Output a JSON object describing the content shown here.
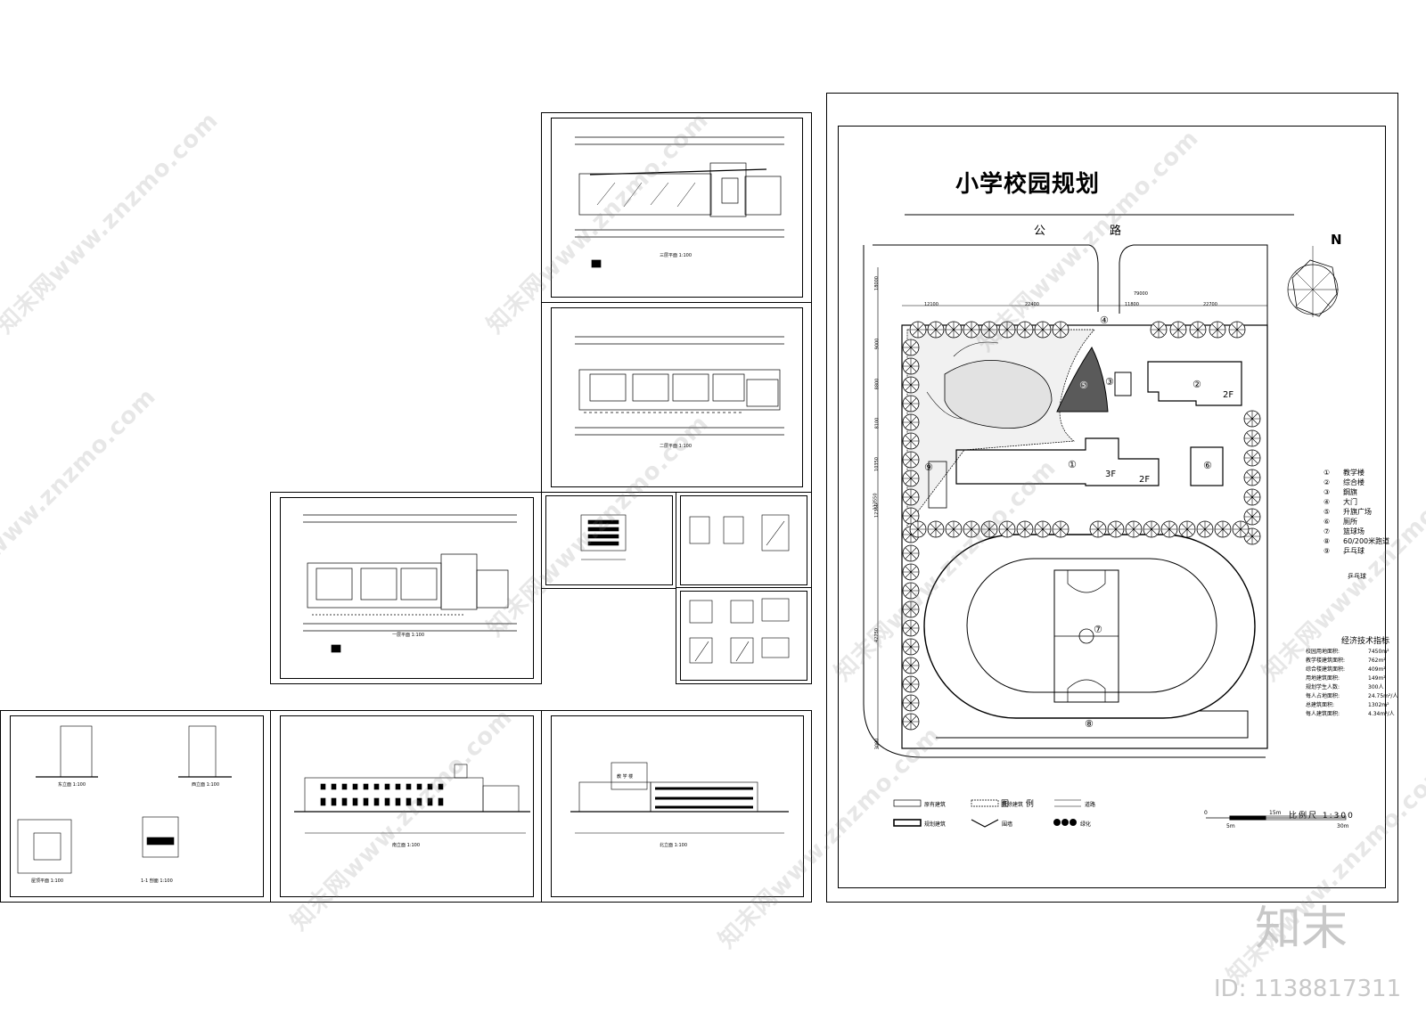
{
  "plan_title": "小学校园规划",
  "road_label": [
    "公",
    "路"
  ],
  "north_label": "N",
  "dimensions": {
    "top": [
      "12100",
      "22400",
      "79000",
      "11800",
      "22700"
    ],
    "left": [
      "18000",
      "9000",
      "8800",
      "8100",
      "10350",
      "113550",
      "12350",
      "42750",
      "3000"
    ]
  },
  "building_labels": {
    "teaching_floors": "3F",
    "teaching_wing_floors": "2F",
    "complex_floors": "2F"
  },
  "facility_numbers": [
    "①",
    "②",
    "③",
    "④",
    "⑤",
    "⑥",
    "⑦",
    "⑧",
    "⑨"
  ],
  "legend_items": [
    {
      "num": "①",
      "label": "教学楼"
    },
    {
      "num": "②",
      "label": "综合楼"
    },
    {
      "num": "③",
      "label": "鋼旗"
    },
    {
      "num": "④",
      "label": "大门"
    },
    {
      "num": "⑤",
      "label": "升旗广场"
    },
    {
      "num": "⑥",
      "label": "厕所"
    },
    {
      "num": "⑦",
      "label": "篮球场"
    },
    {
      "num": "⑧",
      "label": "60/200米跑道"
    },
    {
      "num": "⑨",
      "label": "乒乓球"
    }
  ],
  "pingpong_note": "乒乓球",
  "econ_title": "经济技术指标",
  "econ_items": [
    {
      "label": "校园用地面积:",
      "value": "7450m²"
    },
    {
      "label": "教学楼建筑面积:",
      "value": "762m²"
    },
    {
      "label": "综合楼建筑面积:",
      "value": "409m²"
    },
    {
      "label": "用地建筑面积:",
      "value": "149m²"
    },
    {
      "label": "规划学生人数:",
      "value": "300人"
    },
    {
      "label": "每人占地面积:",
      "value": "24.75m²/人"
    },
    {
      "label": "总建筑面积:",
      "value": "1302m²"
    },
    {
      "label": "每人建筑面积:",
      "value": "4.34m²/人"
    }
  ],
  "map_legend_title": "图 例",
  "map_legend": [
    "原有建筑",
    "拆除建筑",
    "道路",
    "规划建筑",
    "围墙",
    "绿化"
  ],
  "scale_label": "比例尺 1:300",
  "scale_ticks": [
    "0",
    "5m",
    "15m",
    "30m"
  ],
  "sheet_captions": {
    "third_floor_plan": "三层平面 1:100",
    "second_floor_plan": "二层平面 1:100",
    "first_floor_plan": "一层平面 1:100",
    "south_elevation": "南立面 1:100",
    "north_elevation": "北立面 1:100",
    "section": "1-1 剖面 1:100",
    "east_elevation": "东立面 1:100",
    "west_elevation": "西立面 1:100",
    "roof_plan": "屋顶平面 1:100",
    "elevation_sign_text": "教 学 楼"
  },
  "watermark": "知末网www.znzmo.com",
  "brand_mark": "知末",
  "image_id": "ID: 1138817311"
}
